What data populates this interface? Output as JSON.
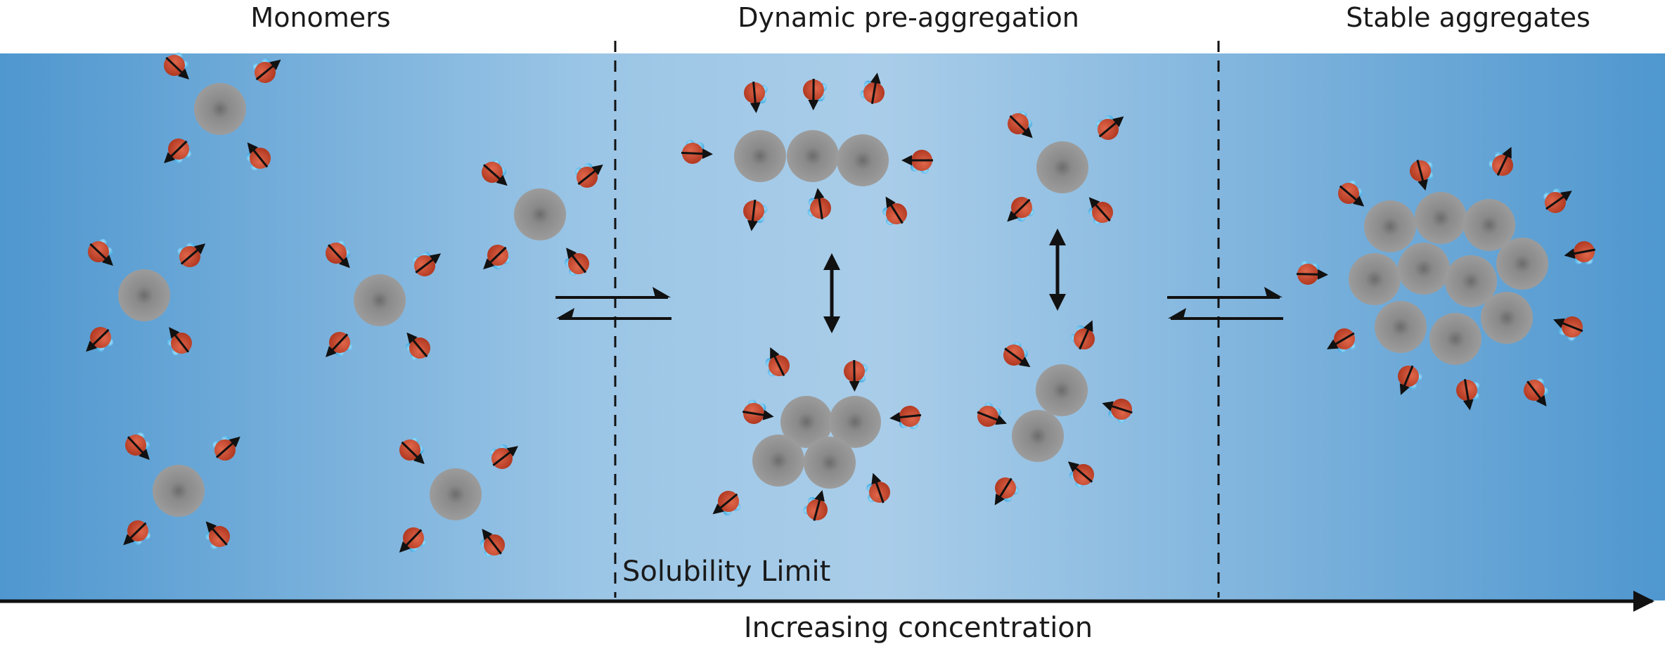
{
  "headers": {
    "monomers": "Monomers",
    "pre_aggregation": "Dynamic pre-aggregation",
    "stable": "Stable aggregates"
  },
  "solubility_label": "Solubility Limit",
  "axis_label": "Increasing concentration",
  "colors": {
    "band_edge": "#4f97cf",
    "band_light": "#a5cbe8",
    "solute": "#8e8e8e",
    "oxygen": "#c8442a",
    "hydrogen": "#55b8ea",
    "line": "#111111"
  }
}
